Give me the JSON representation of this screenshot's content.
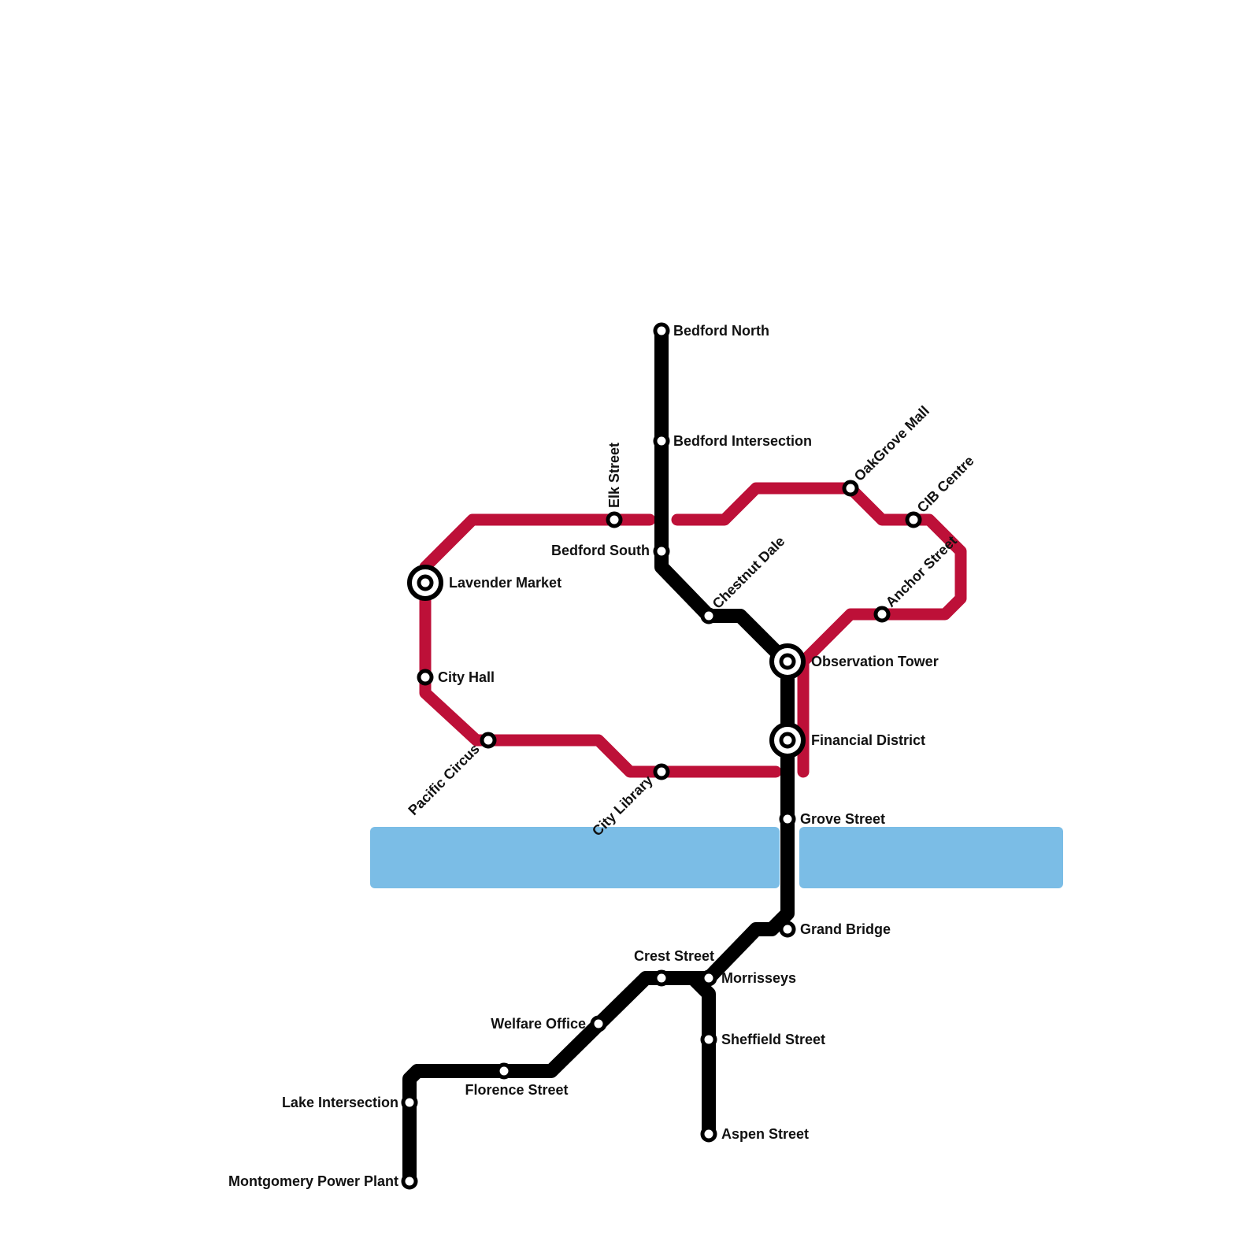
{
  "colors": {
    "background": "#ffffff",
    "water": "#7bbde6",
    "red_line": "#bd1038",
    "black_line": "#000000",
    "station_fill": "#ffffff",
    "station_stroke": "#000000"
  },
  "lines": {
    "red": {
      "color": "#bd1038"
    },
    "black": {
      "color": "#000000"
    }
  },
  "stations": {
    "bedford_north": "Bedford North",
    "bedford_intersection": "Bedford Intersection",
    "bedford_south": "Bedford South",
    "elk_street": "Elk Street",
    "oakgrove_mall": "OakGrove Mall",
    "cib_centre": "CIB Centre",
    "anchor_street": "Anchor Street",
    "chestnut_dale": "Chestnut Dale",
    "lavender_market": "Lavender Market",
    "observation_tower": "Observation Tower",
    "city_hall": "City Hall",
    "financial_district": "Financial District",
    "pacific_circus": "Pacific Circus",
    "city_library": "City Library",
    "grove_street": "Grove Street",
    "grand_bridge": "Grand Bridge",
    "crest_street": "Crest Street",
    "morrisseys": "Morrisseys",
    "welfare_office": "Welfare Office",
    "sheffield_street": "Sheffield Street",
    "florence_street": "Florence Street",
    "lake_intersection": "Lake Intersection",
    "aspen_street": "Aspen Street",
    "montgomery_power_plant": "Montgomery Power Plant"
  },
  "interchanges": [
    "lavender_market",
    "observation_tower",
    "financial_district"
  ]
}
